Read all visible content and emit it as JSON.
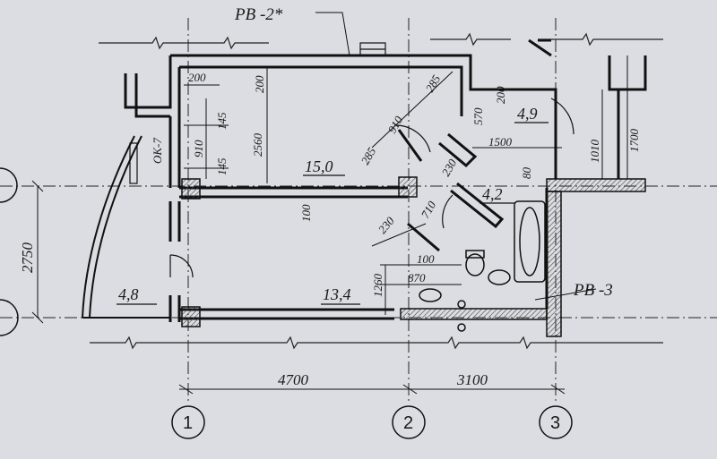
{
  "marks": {
    "pv2": "PB -2*",
    "pv3": "PB -3",
    "ok7": "OK-7"
  },
  "areas": {
    "room1": "15,0",
    "room2": "13,4",
    "balcony": "4,8",
    "hall": "4,9",
    "bath": "4,2"
  },
  "dims": {
    "d200a": "200",
    "d200b": "200",
    "d200c": "200",
    "d2560": "2560",
    "d145a": "145",
    "d910a": "910",
    "d145b": "145",
    "d285a": "285",
    "d910b": "910",
    "d285b": "285",
    "d570": "570",
    "d1500": "1500",
    "d1010": "1010",
    "d1700": "1700",
    "d230a": "230",
    "d80": "80",
    "d710": "710",
    "d230b": "230",
    "d100a": "100",
    "d100b": "100",
    "d870": "870",
    "d1260": "1260",
    "d2750": "2750",
    "d4700": "4700",
    "d3100": "3100"
  },
  "axes": {
    "a1": "1",
    "a2": "2",
    "a3": "3"
  },
  "colors": {
    "paper": "#dcdde2",
    "ink": "#1a1a1a",
    "hatch": "#555555"
  }
}
